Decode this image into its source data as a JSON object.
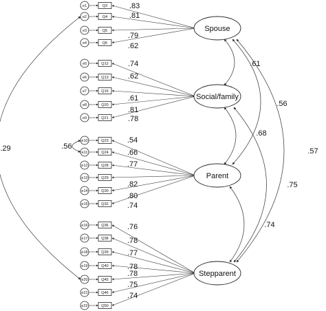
{
  "factors": [
    {
      "name": "Spouse",
      "items": [
        {
          "error": "e1",
          "item": "Q3",
          "loading": ".83"
        },
        {
          "error": "e2",
          "item": "Q4",
          "loading": ".81"
        },
        {
          "error": "e3",
          "item": "Q5",
          "loading": ".79"
        },
        {
          "error": "e4",
          "item": "Q6",
          "loading": ".62"
        }
      ]
    },
    {
      "name": "Social/family",
      "items": [
        {
          "error": "e5",
          "item": "Q12",
          "loading": ".74"
        },
        {
          "error": "e6",
          "item": "Q13",
          "loading": ".62"
        },
        {
          "error": "e7",
          "item": "Q16",
          "loading": ".61"
        },
        {
          "error": "e8",
          "item": "Q20",
          "loading": ".81"
        },
        {
          "error": "e9",
          "item": "Q21",
          "loading": ".78"
        }
      ]
    },
    {
      "name": "Parent",
      "items": [
        {
          "error": "e10",
          "item": "Q23",
          "loading": ".54"
        },
        {
          "error": "e11",
          "item": "Q24",
          "loading": ".66"
        },
        {
          "error": "e12",
          "item": "Q28",
          "loading": ".77"
        },
        {
          "error": "e13",
          "item": "Q29",
          "loading": ".82"
        },
        {
          "error": "e14",
          "item": "Q30",
          "loading": ".80"
        },
        {
          "error": "e15",
          "item": "Q32",
          "loading": ".74"
        }
      ]
    },
    {
      "name": "Stepparent",
      "items": [
        {
          "error": "e16",
          "item": "Q36",
          "loading": ".76"
        },
        {
          "error": "e17",
          "item": "Q38",
          "loading": ".78"
        },
        {
          "error": "e18",
          "item": "Q39",
          "loading": ".77"
        },
        {
          "error": "e19",
          "item": "Q40",
          "loading": ".78"
        },
        {
          "error": "e20",
          "item": "Q45",
          "loading": ".78"
        },
        {
          "error": "e21",
          "item": "Q46",
          "loading": ".75"
        },
        {
          "error": "e22",
          "item": "Q50",
          "loading": ".74"
        }
      ]
    }
  ],
  "factor_covariances": [
    {
      "from": "Spouse",
      "to": "Social/family",
      "value": ".61"
    },
    {
      "from": "Spouse",
      "to": "Parent",
      "value": ".56"
    },
    {
      "from": "Spouse",
      "to": "Stepparent",
      "value": ".57"
    },
    {
      "from": "Social/family",
      "to": "Parent",
      "value": ".68"
    },
    {
      "from": "Social/family",
      "to": "Stepparent",
      "value": ".75"
    },
    {
      "from": "Parent",
      "to": "Stepparent",
      "value": ".74"
    }
  ],
  "error_covariances": [
    {
      "from": "e10",
      "to": "e11",
      "value": ".56"
    },
    {
      "from": "e2",
      "to": "e20",
      "value": ".29"
    }
  ]
}
